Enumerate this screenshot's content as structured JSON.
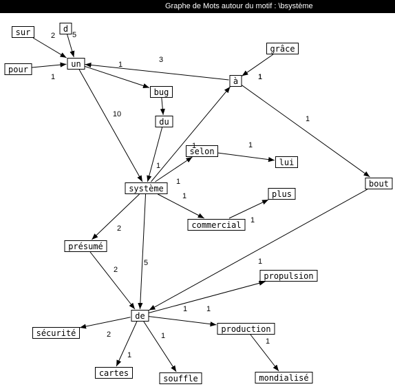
{
  "window": {
    "title": "Graphe de Mots autour du motif : \\bsystème"
  },
  "nodes": [
    {
      "id": "sur",
      "label": "sur"
    },
    {
      "id": "d",
      "label": "d"
    },
    {
      "id": "pour",
      "label": "pour"
    },
    {
      "id": "un",
      "label": "un"
    },
    {
      "id": "grace",
      "label": "grâce"
    },
    {
      "id": "a",
      "label": "à"
    },
    {
      "id": "bug",
      "label": "bug"
    },
    {
      "id": "du",
      "label": "du"
    },
    {
      "id": "selon",
      "label": "selon"
    },
    {
      "id": "lui",
      "label": "lui"
    },
    {
      "id": "bout",
      "label": "bout"
    },
    {
      "id": "systeme",
      "label": "système"
    },
    {
      "id": "plus",
      "label": "plus"
    },
    {
      "id": "commercial",
      "label": "commercial"
    },
    {
      "id": "presume",
      "label": "présumé"
    },
    {
      "id": "propulsion",
      "label": "propulsion"
    },
    {
      "id": "de",
      "label": "de"
    },
    {
      "id": "securite",
      "label": "sécurité"
    },
    {
      "id": "production",
      "label": "production"
    },
    {
      "id": "cartes",
      "label": "cartes"
    },
    {
      "id": "souffle",
      "label": "souffle"
    },
    {
      "id": "mondialise",
      "label": "mondialisé"
    }
  ],
  "edges": [
    {
      "from": "sur",
      "to": "un",
      "label": "2"
    },
    {
      "from": "d",
      "to": "un",
      "label": "5"
    },
    {
      "from": "pour",
      "to": "un",
      "label": "1"
    },
    {
      "from": "a",
      "to": "un",
      "label": "3"
    },
    {
      "from": "un",
      "to": "bug",
      "label": "1"
    },
    {
      "from": "un",
      "to": "systeme",
      "label": "10"
    },
    {
      "from": "bug",
      "to": "du",
      "label": ""
    },
    {
      "from": "du",
      "to": "systeme",
      "label": ""
    },
    {
      "from": "grace",
      "to": "a",
      "label": ""
    },
    {
      "from": "a",
      "to": "bout",
      "label": "1"
    },
    {
      "from": "systeme",
      "to": "a",
      "label": "1"
    },
    {
      "from": "systeme",
      "to": "selon",
      "label": "1"
    },
    {
      "from": "selon",
      "to": "lui",
      "label": "1"
    },
    {
      "from": "systeme",
      "to": "commercial",
      "label": "1"
    },
    {
      "from": "commercial",
      "to": "plus",
      "label": "1"
    },
    {
      "from": "systeme",
      "to": "presume",
      "label": "2"
    },
    {
      "from": "systeme",
      "to": "de",
      "label": "5"
    },
    {
      "from": "presume",
      "to": "de",
      "label": "2"
    },
    {
      "from": "bout",
      "to": "de",
      "label": "1"
    },
    {
      "from": "de",
      "to": "propulsion",
      "label": "1"
    },
    {
      "from": "de",
      "to": "production",
      "label": "1"
    },
    {
      "from": "de",
      "to": "securite",
      "label": "2"
    },
    {
      "from": "de",
      "to": "cartes",
      "label": "1"
    },
    {
      "from": "de",
      "to": "souffle",
      "label": "1"
    },
    {
      "from": "production",
      "to": "mondialise",
      "label": "1"
    }
  ],
  "extra_labels": [
    "1",
    "1",
    "1"
  ]
}
